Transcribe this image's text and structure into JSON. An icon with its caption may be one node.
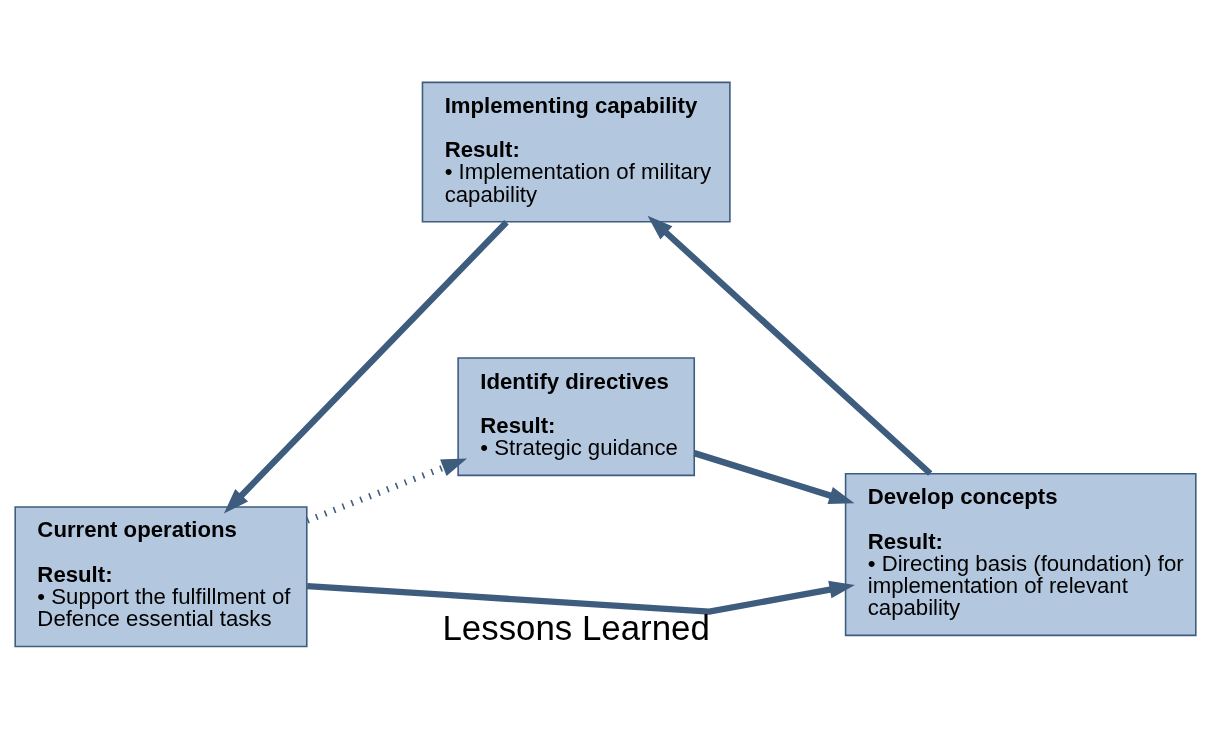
{
  "diagram": {
    "nodes": [
      {
        "text": [
          "Identify directives",
          "Result:",
          "• Strategic guidance"
        ]
      },
      {
        "text": [
          "Develop concepts",
          "Result:",
          "• Directing basis (foundation) for implementation of relevant capability"
        ]
      },
      {
        "text": [
          "Implementing capability",
          "Result:",
          "• Implementation of military capability"
        ]
      },
      {
        "text": [
          "Current operations",
          "Result:",
          "• Support the fulfillment of Defence essential tasks"
        ]
      }
    ],
    "edges": [
      {
        "from": 0,
        "to": 1,
        "arrow": "to"
      },
      {
        "from": 1,
        "to": 2,
        "arrow": "to"
      },
      {
        "from": 2,
        "to": 3,
        "arrow": "to"
      },
      {
        "from": 3,
        "to": 0,
        "arrow": "to",
        "style": "dashed"
      },
      {
        "from": 3,
        "to": 1,
        "arrow": "to",
        "label": "Lessons Learned"
      }
    ]
  }
}
